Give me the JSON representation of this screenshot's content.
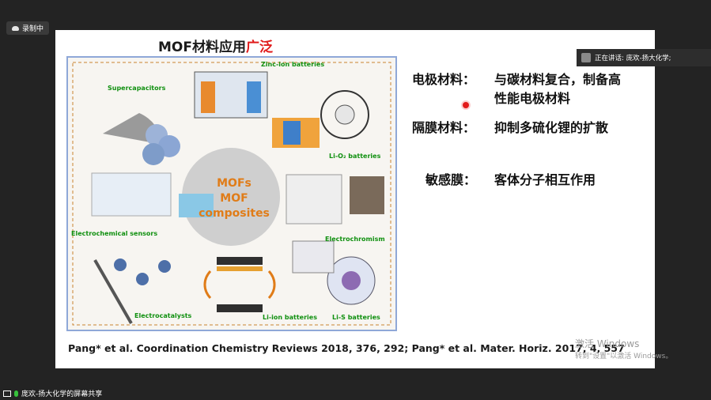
{
  "recording": {
    "label": "录制中",
    "icon": "cloud-icon"
  },
  "slide": {
    "title_main": "MOF材料应用",
    "title_accent": "广泛",
    "accent_color": "#e01b1b",
    "figure": {
      "center_line1": "MOFs",
      "center_line2": "MOF composites",
      "labels": {
        "zinc": "Zinc-ion batteries",
        "supercap": "Supercapacitors",
        "lio2": "Li-O₂ batteries",
        "sensors": "Electrochemical sensors",
        "electrochromism": "Electrochromism",
        "electrocatalysts": "Electrocatalysts",
        "liion": "Li-ion batteries",
        "lis": "Li-S batteries"
      }
    },
    "bullets": [
      {
        "key": "电极材料：",
        "text": "与碳材料复合，制备高",
        "text2": "性能电极材料"
      },
      {
        "key": "隔膜材料：",
        "text": "抑制多硫化锂的扩散"
      },
      {
        "key": "敏感膜：",
        "text": "客体分子相互作用"
      }
    ],
    "citation": "Pang* et al. Coordination Chemistry Reviews 2018, 376, 292;   Pang*  et al. Mater. Horiz. 2017, 4, 557"
  },
  "speaker": {
    "label": "正在讲话: 庞欢-扬大化学;"
  },
  "watermark": {
    "line1": "激活 Windows",
    "line2": "转到\"设置\"以激活 Windows。"
  },
  "share": {
    "label": "庞欢-扬大化学的屏幕共享"
  }
}
